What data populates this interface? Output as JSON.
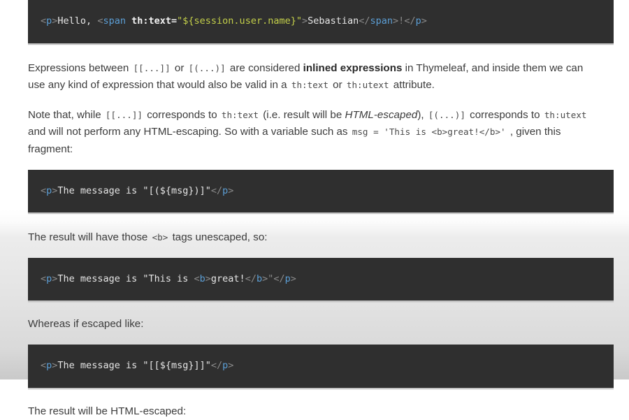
{
  "document": {
    "type": "thymeleaf-documentation-page",
    "blocks": [
      {
        "kind": "code",
        "name": "code-block-inlined-expression-example",
        "plain": "<p>Hello, <span th:text=\"${session.user.name}\">Sebastian</span>!</p>",
        "tokens": [
          {
            "text": "<",
            "type": "punct"
          },
          {
            "text": "p",
            "type": "tag"
          },
          {
            "text": ">",
            "type": "punct"
          },
          {
            "text": "Hello, ",
            "type": "text"
          },
          {
            "text": "<",
            "type": "punct"
          },
          {
            "text": "span",
            "type": "tag"
          },
          {
            "text": " ",
            "type": "text"
          },
          {
            "text": "th:text=",
            "type": "attr"
          },
          {
            "text": "\"${session.user.name}\"",
            "type": "str"
          },
          {
            "text": ">",
            "type": "punct"
          },
          {
            "text": "Sebastian",
            "type": "text"
          },
          {
            "text": "</",
            "type": "punct"
          },
          {
            "text": "span",
            "type": "tag"
          },
          {
            "text": ">!",
            "type": "punct"
          },
          {
            "text": "</",
            "type": "punct"
          },
          {
            "text": "p",
            "type": "tag"
          },
          {
            "text": ">",
            "type": "punct"
          }
        ]
      },
      {
        "kind": "prose",
        "name": "paragraph-inlined-expressions",
        "runs": [
          {
            "text": "Expressions between ",
            "style": "normal"
          },
          {
            "text": "[[...]]",
            "style": "code"
          },
          {
            "text": " or ",
            "style": "normal"
          },
          {
            "text": "[(...)]",
            "style": "code"
          },
          {
            "text": " are considered ",
            "style": "normal"
          },
          {
            "text": "inlined expressions",
            "style": "bold"
          },
          {
            "text": " in Thymeleaf, and inside them we can use any kind of expression that would also be valid in a ",
            "style": "normal"
          },
          {
            "text": "th:text",
            "style": "code"
          },
          {
            "text": " or ",
            "style": "normal"
          },
          {
            "text": "th:utext",
            "style": "code"
          },
          {
            "text": " attribute.",
            "style": "normal"
          }
        ]
      },
      {
        "kind": "prose",
        "name": "paragraph-escaping-note",
        "runs": [
          {
            "text": "Note that, while ",
            "style": "normal"
          },
          {
            "text": "[[...]]",
            "style": "code"
          },
          {
            "text": " corresponds to ",
            "style": "normal"
          },
          {
            "text": "th:text",
            "style": "code"
          },
          {
            "text": " (i.e. result will be ",
            "style": "normal"
          },
          {
            "text": "HTML-escaped",
            "style": "italic"
          },
          {
            "text": "), ",
            "style": "normal"
          },
          {
            "text": "[(...)]",
            "style": "code"
          },
          {
            "text": " corresponds to ",
            "style": "normal"
          },
          {
            "text": "th:utext",
            "style": "code"
          },
          {
            "text": " and will not perform any HTML-escaping. So with a variable such as ",
            "style": "normal"
          },
          {
            "text": "msg = 'This is <b>great!</b>'",
            "style": "code"
          },
          {
            "text": " , given this fragment:",
            "style": "normal"
          }
        ]
      },
      {
        "kind": "code",
        "name": "code-block-unescaped-fragment",
        "plain": "<p>The message is \"[(${msg})]\"</p>",
        "tokens": [
          {
            "text": "<",
            "type": "punct"
          },
          {
            "text": "p",
            "type": "tag"
          },
          {
            "text": ">",
            "type": "punct"
          },
          {
            "text": "The message is \"[(${msg})]\"",
            "type": "text"
          },
          {
            "text": "</",
            "type": "punct"
          },
          {
            "text": "p",
            "type": "tag"
          },
          {
            "text": ">",
            "type": "punct"
          }
        ]
      },
      {
        "kind": "prose",
        "name": "paragraph-result-unescaped",
        "runs": [
          {
            "text": "The result will have those ",
            "style": "normal"
          },
          {
            "text": "<b>",
            "style": "code"
          },
          {
            "text": " tags unescaped, so:",
            "style": "normal"
          }
        ]
      },
      {
        "kind": "code",
        "name": "code-block-unescaped-result",
        "plain": "<p>The message is \"This is <b>great!</b>\"</p>",
        "tokens": [
          {
            "text": "<",
            "type": "punct"
          },
          {
            "text": "p",
            "type": "tag"
          },
          {
            "text": ">",
            "type": "punct"
          },
          {
            "text": "The message is \"This is ",
            "type": "text"
          },
          {
            "text": "<",
            "type": "punct"
          },
          {
            "text": "b",
            "type": "tag"
          },
          {
            "text": ">",
            "type": "punct"
          },
          {
            "text": "great!",
            "type": "text"
          },
          {
            "text": "</",
            "type": "punct"
          },
          {
            "text": "b",
            "type": "tag"
          },
          {
            "text": ">\"",
            "type": "punct"
          },
          {
            "text": "</",
            "type": "punct"
          },
          {
            "text": "p",
            "type": "tag"
          },
          {
            "text": ">",
            "type": "punct"
          }
        ]
      },
      {
        "kind": "prose",
        "name": "paragraph-whereas-escaped",
        "runs": [
          {
            "text": "Whereas if escaped like:",
            "style": "normal"
          }
        ]
      },
      {
        "kind": "code",
        "name": "code-block-escaped-fragment",
        "plain": "<p>The message is \"[[${msg}]]\"</p>",
        "tokens": [
          {
            "text": "<",
            "type": "punct"
          },
          {
            "text": "p",
            "type": "tag"
          },
          {
            "text": ">",
            "type": "punct"
          },
          {
            "text": "The message is \"[[${msg}]]\"",
            "type": "text"
          },
          {
            "text": "</",
            "type": "punct"
          },
          {
            "text": "p",
            "type": "tag"
          },
          {
            "text": ">",
            "type": "punct"
          }
        ]
      },
      {
        "kind": "prose",
        "name": "paragraph-result-escaped",
        "runs": [
          {
            "text": "The result will be HTML-escaped:",
            "style": "normal"
          }
        ]
      }
    ]
  },
  "theme": {
    "code_background": "#2f2f2f",
    "code_default_text": "#e6e6e6",
    "code_punctuation": "#8a8a8a",
    "code_tag_name": "#5c9fd6",
    "code_attribute": "#f2f2f2",
    "code_string": "#c3cf4a",
    "prose_text": "#3c3c3c",
    "inline_code_text": "#4a4a4a",
    "page_background_top": "#ffffff",
    "page_background_bottom": "#c9c9c9"
  }
}
